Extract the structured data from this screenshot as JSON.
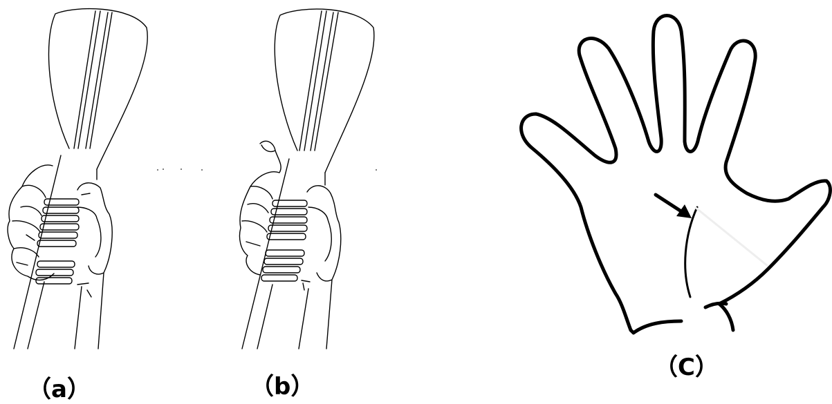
{
  "captions": {
    "a": "（a）",
    "b": "（b）",
    "c": "（C）"
  },
  "colors": {
    "line": "#000000",
    "background": "#ffffff"
  },
  "icons": {
    "paddle": "paddle-drawing",
    "hand": "open-hand-drawing",
    "arrow": "arrow-icon"
  }
}
